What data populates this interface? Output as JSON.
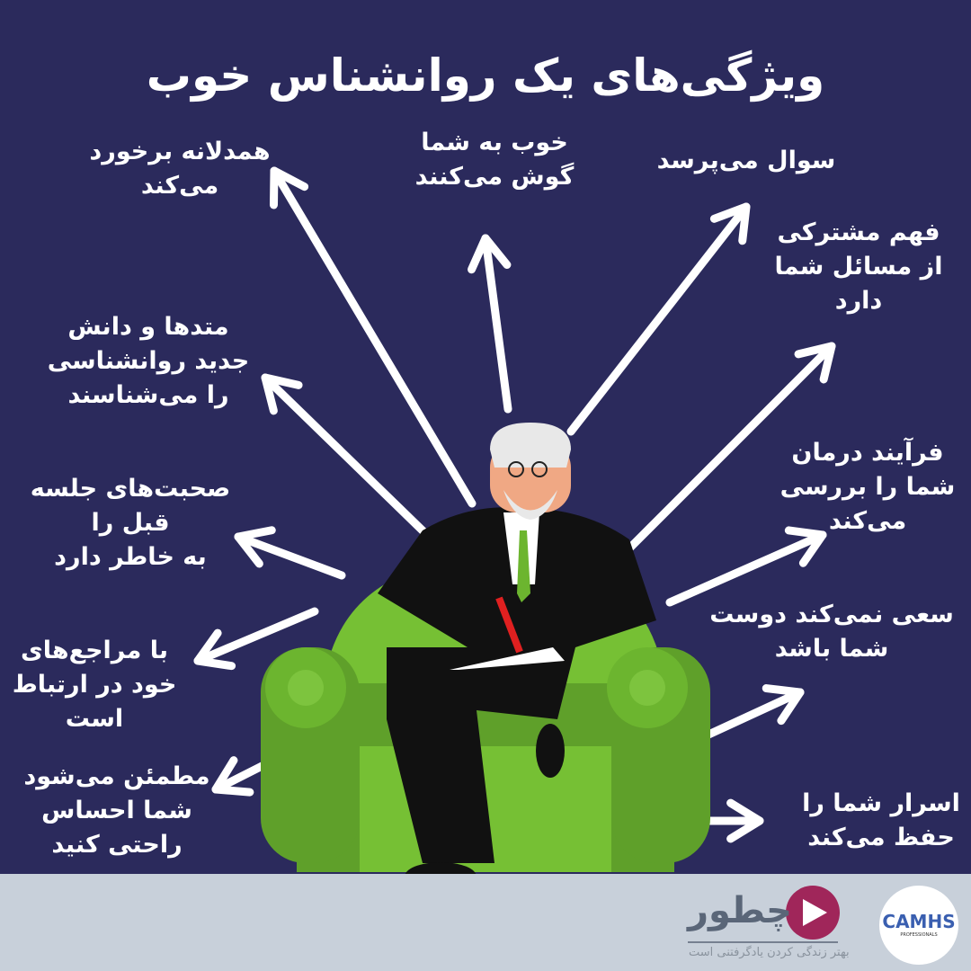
{
  "title": "ویژگی‌های یک روانشناس خوب",
  "labels": [
    "همدلانه برخورد\nمی‌کند",
    "خوب به شما\nگوش می‌کنند",
    "سوال می‌پرسد",
    "فهم مشترکی\nاز مسائل شما\nدارد",
    "متدها و دانش\nجدید روانشناسی\nرا می‌شناسند",
    "فرآیند درمان\nشما را بررسی\nمی‌کند",
    "صحبت‌های جلسه\nقبل را\nبه خاطر دارد",
    "سعی نمی‌کند دوست\nشما باشد",
    "با مراجع‌های\nخود در ارتباط\nاست",
    "مطمئن می‌شود\nشما احساس\nراحتی کنید",
    "اسرار شما را\nحفظ می‌کند"
  ],
  "footer": {
    "brand": "چطور",
    "slogan": "بهتر زندگی کردن یادگرفتنی است",
    "partner": "CAMHS",
    "partner_sub": "PROFESSIONALS"
  },
  "colors": {
    "background": "#2b2a5c",
    "chair": "#6cb52f",
    "brand": "#a0265a",
    "footer": "#c8d0da"
  }
}
